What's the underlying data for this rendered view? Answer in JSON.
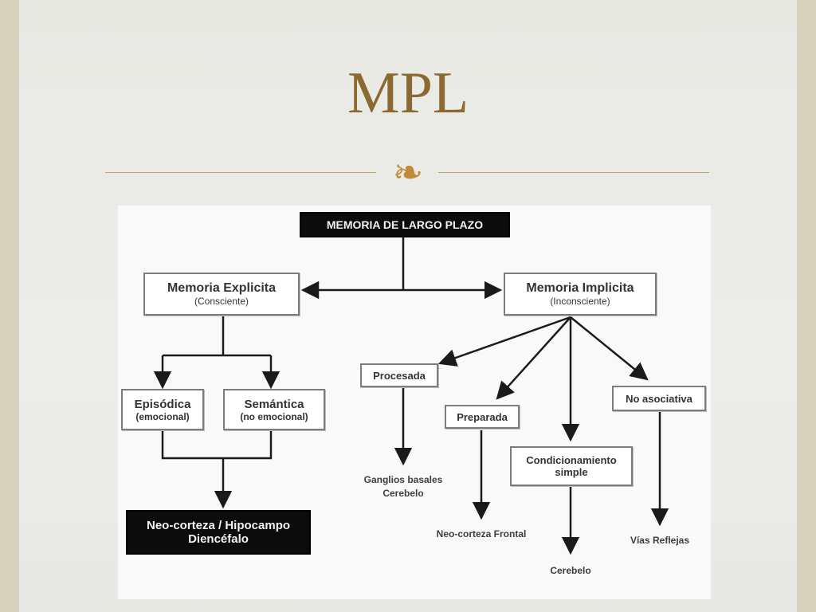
{
  "slide": {
    "title": "MPL",
    "ornament_icon": "curl-ornament-icon"
  },
  "diagram": {
    "root": "MEMORIA DE LARGO PLAZO",
    "explicit": {
      "title": "Memoria Explicita",
      "subtitle": "(Consciente)"
    },
    "implicit": {
      "title": "Memoria Implicita",
      "subtitle": "(Inconsciente)"
    },
    "episodic": {
      "title": "Episódica",
      "subtitle": "(emocional)"
    },
    "semantic": {
      "title": "Semántica",
      "subtitle": "(no emocional)"
    },
    "explicit_result": {
      "line1": "Neo-corteza / Hipocampo",
      "line2": "Diencéfalo"
    },
    "procesada": {
      "title": "Procesada",
      "result_line1": "Ganglios basales",
      "result_line2": "Cerebelo"
    },
    "preparada": {
      "title": "Preparada",
      "result": "Neo-corteza Frontal"
    },
    "condicionamiento": {
      "line1": "Condicionamiento",
      "line2": "simple",
      "result": "Cerebelo"
    },
    "no_asociativa": {
      "title": "No asociativa",
      "result": "Vías Reflejas"
    }
  },
  "colors": {
    "title": "#8a6a30",
    "ornament": "#c08a38",
    "rule": "#c9a25e",
    "dark_box": "#0c0c0c"
  }
}
